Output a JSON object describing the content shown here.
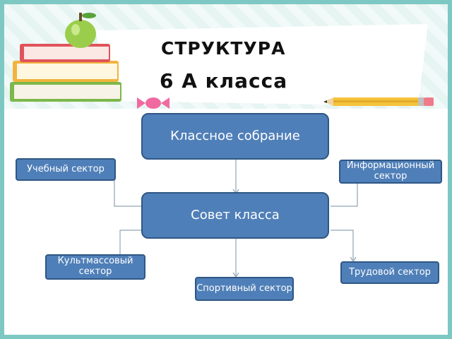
{
  "title": {
    "line1": "СТРУКТУРА",
    "line2": "6 А класса"
  },
  "nodes": {
    "assembly": "Классное собрание",
    "council": "Совет класса",
    "study": "Учебный сектор",
    "info": "Информационный сектор",
    "culture": "Культмассовый сектор",
    "sport": "Спортивный сектор",
    "labor": "Трудовой сектор"
  },
  "colors": {
    "box_fill": "#4f7fb8",
    "box_border": "#2f5785",
    "connector": "#8fa3b8",
    "background": "#7ec8c3"
  }
}
